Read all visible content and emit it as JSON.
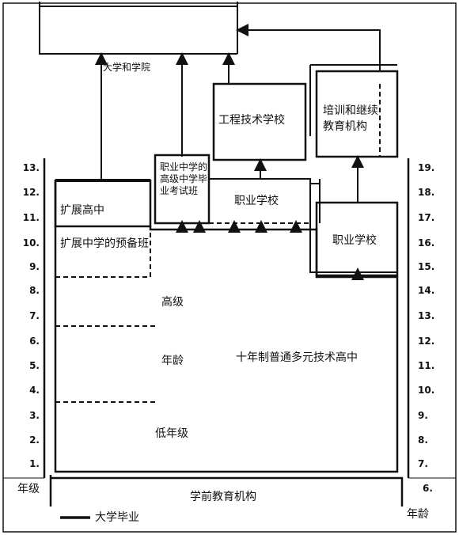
{
  "boxes": {
    "university": "大学和学院",
    "engineering": "工程技术学校",
    "training": "培训和继续教育机构",
    "vocational_prep": "职业中学的高级中学毕业考试班",
    "vocational_mid": "职业学校",
    "vocational_right": "职业学校",
    "extended_high": "扩展高中",
    "extended_prep": "扩展中学的预备班",
    "upper_grades": "高级",
    "age_mid": "年龄",
    "ten_year_school": "十年制普通多元技术高中",
    "lower_grades": "低年级",
    "preschool": "学前教育机构"
  },
  "axes": {
    "grade_label": "年级",
    "age_label": "年龄",
    "grade_ticks": [
      "13.",
      "12.",
      "11.",
      "10.",
      "9.",
      "8.",
      "7.",
      "6.",
      "5.",
      "4.",
      "3.",
      "2.",
      "1."
    ],
    "age_ticks": [
      "19.",
      "18.",
      "17.",
      "16.",
      "15.",
      "14.",
      "13.",
      "12.",
      "11.",
      "10.",
      "9.",
      "8.",
      "7.",
      "6."
    ]
  },
  "legend": {
    "label": "大学毕业"
  }
}
